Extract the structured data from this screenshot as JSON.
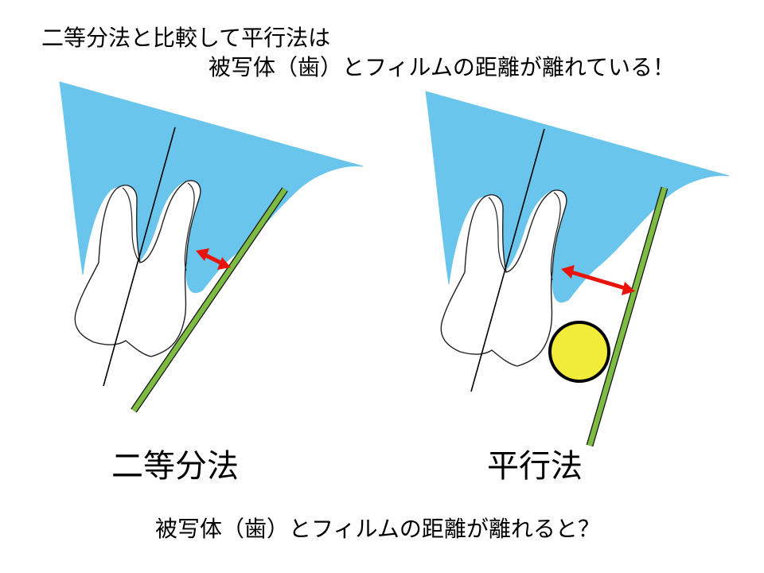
{
  "heading": {
    "line1": "二等分法と比較して平行法は",
    "line2": "被写体（歯）とフィルムの距離が離れている！"
  },
  "labels": {
    "left": "二等分法",
    "right": "平行法"
  },
  "footer": {
    "question": "被写体（歯）とフィルムの距離が離れると？"
  },
  "colors": {
    "gum": "#6ac5ec",
    "film": "#7dbb42",
    "arrow": "#e8140c",
    "focus_circle": "#f1eb3a"
  }
}
